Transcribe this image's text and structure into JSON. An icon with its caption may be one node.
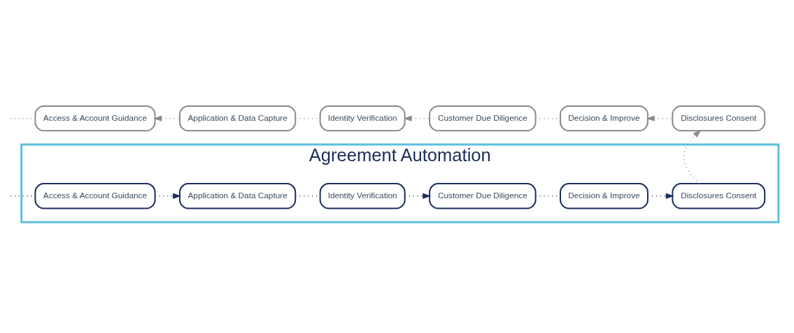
{
  "diagram": {
    "nodes": [
      {
        "text": [
          "Agreement Automation"
        ]
      },
      {
        "text": [
          "Access & Account Guidance"
        ],
        "in": 0
      },
      {
        "text": [
          "Application & Data Capture"
        ],
        "in": 0
      },
      {
        "text": [
          "Identity Verification"
        ],
        "in": 0
      },
      {
        "text": [
          "Customer Due Diligence"
        ],
        "in": 0
      },
      {
        "text": [
          "Decision & Improve"
        ],
        "in": 0
      },
      {
        "text": [
          "Disclosures Consent"
        ],
        "in": 0
      },
      {
        "text": [
          "Access & Account Guidance"
        ]
      },
      {
        "text": [
          "Application & Data Capture"
        ]
      },
      {
        "text": [
          "Identity Verification"
        ]
      },
      {
        "text": [
          "Customer Due Diligence"
        ]
      },
      {
        "text": [
          "Decision & Improve"
        ]
      },
      {
        "text": [
          "Disclosures Consent"
        ]
      }
    ],
    "edges": [
      {
        "from": null,
        "to": 1,
        "arrow": "none",
        "style": "dashed",
        "color": "#1b2f5b"
      },
      {
        "from": 1,
        "to": 2,
        "arrow": "to",
        "style": "dashed",
        "color": "#1b2f5b"
      },
      {
        "from": 2,
        "to": 3,
        "arrow": "none",
        "style": "dashed",
        "color": "#1b2f5b"
      },
      {
        "from": 3,
        "to": 4,
        "arrow": "to",
        "style": "dashed",
        "color": "#1b2f5b"
      },
      {
        "from": 4,
        "to": 5,
        "arrow": "none",
        "style": "dashed",
        "color": "#1b2f5b"
      },
      {
        "from": 5,
        "to": 6,
        "arrow": "to",
        "style": "dashed",
        "color": "#1b2f5b"
      },
      {
        "from": 6,
        "to": 12,
        "arrow": "to",
        "style": "dashed"
      },
      {
        "from": 12,
        "to": 11,
        "arrow": "to",
        "style": "dashed"
      },
      {
        "from": 11,
        "to": 10,
        "arrow": "none",
        "style": "dashed"
      },
      {
        "from": 10,
        "to": 9,
        "arrow": "to",
        "style": "dashed"
      },
      {
        "from": 9,
        "to": 8,
        "arrow": "none",
        "style": "dashed"
      },
      {
        "from": 8,
        "to": 7,
        "arrow": "to",
        "style": "dashed"
      },
      {
        "from": 7,
        "to": null,
        "arrow": "none",
        "style": "dashed"
      }
    ]
  }
}
